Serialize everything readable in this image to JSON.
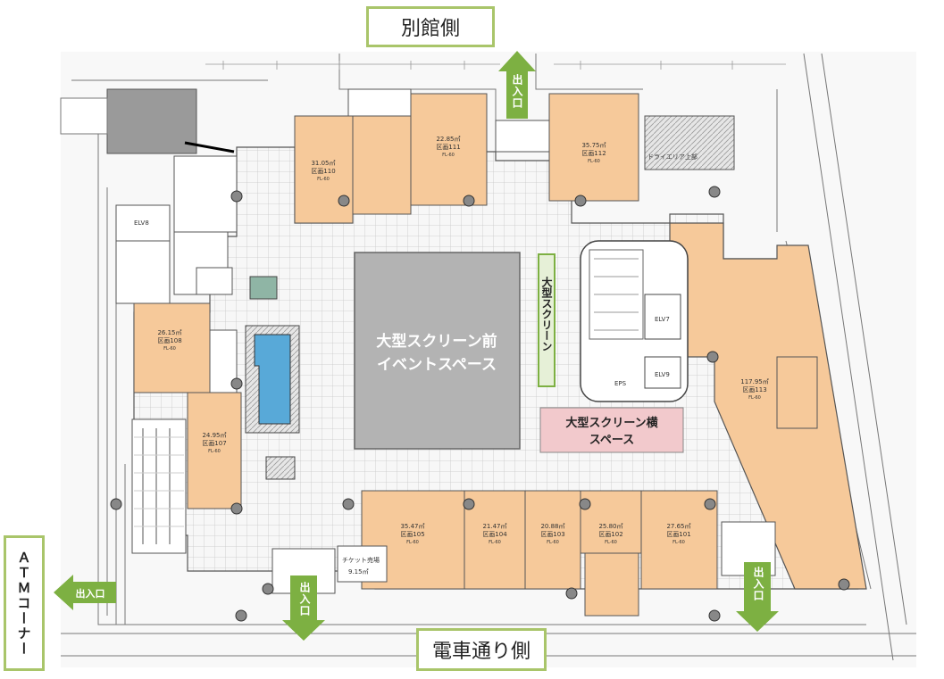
{
  "labels": {
    "annex_side": "別館側",
    "train_street_side": "電車通り側",
    "atm_corner": "ＡＴＭコーナー",
    "event_space_line1": "大型スクリーン前",
    "event_space_line2": "イベントスペース",
    "big_screen": "大型スクリーン",
    "screen_side_line1": "大型スクリーン横",
    "screen_side_line2": "スペース",
    "exit": "出入口"
  },
  "rooms": [
    {
      "area": "31.05㎡",
      "id": "区画110",
      "fl": "FL-60"
    },
    {
      "area": "22.85㎡",
      "id": "区画111",
      "fl": "FL-60"
    },
    {
      "area": "35.75㎡",
      "id": "区画112",
      "fl": "FL-60"
    },
    {
      "area": "26.15㎡",
      "id": "区画108",
      "fl": "FL-60"
    },
    {
      "area": "24.95㎡",
      "id": "区画107",
      "fl": "FL-60"
    },
    {
      "area": "117.95㎡",
      "id": "区画113",
      "fl": "FL-60"
    },
    {
      "area": "35.47㎡",
      "id": "区画105",
      "fl": "FL-60"
    },
    {
      "area": "21.47㎡",
      "id": "区画104",
      "fl": "FL-60"
    },
    {
      "area": "20.88㎡",
      "id": "区画103",
      "fl": "FL-60"
    },
    {
      "area": "25.80㎡",
      "id": "区画102",
      "fl": "FL-60"
    },
    {
      "area": "27.65㎡",
      "id": "区画101",
      "fl": "FL-60"
    }
  ],
  "small_labels": {
    "elv8": "ELV8",
    "elv7": "ELV7",
    "elv9": "ELV9",
    "drive_area": "ドライエリア上部",
    "ticket_space": "チケット売場",
    "ticket_area": "9.15㎡",
    "eps": "EPS"
  },
  "colors": {
    "shop": "#f6c99a",
    "green": "#7db042",
    "screen_box": "#b3b3b3",
    "screen_side": "#f2c9cc",
    "big_screen": "#e6f0d7",
    "frame": "#a9c56a"
  }
}
